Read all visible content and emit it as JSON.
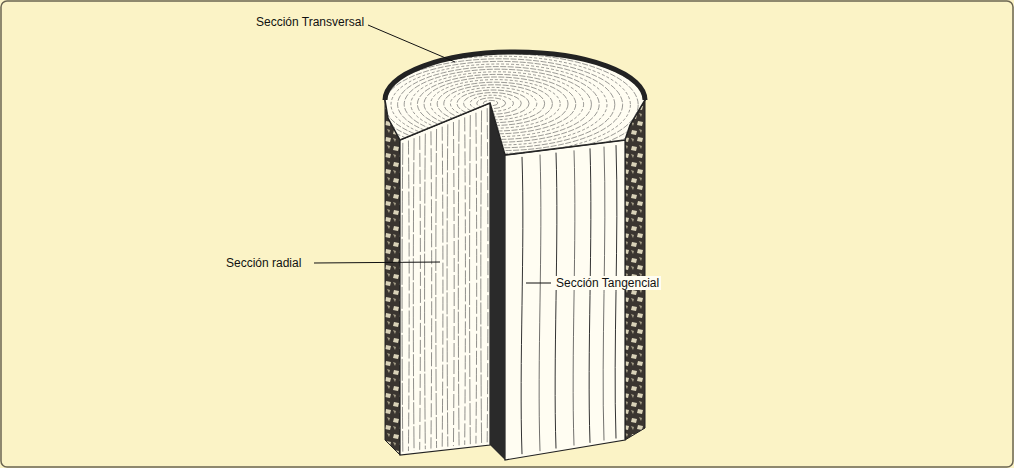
{
  "diagram": {
    "labels": [
      "Sección Transversal",
      "Sección radial",
      "Sección Tangencial"
    ]
  }
}
